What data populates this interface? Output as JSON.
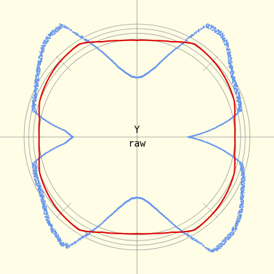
{
  "chart_data": {
    "type": "polar",
    "center_text": [
      "Y",
      "raw"
    ],
    "background": "#fffde6",
    "grid": true,
    "colors": {
      "raw_trace": "#6495ed",
      "fit_trace": "#dd0000",
      "grid": "#999999"
    },
    "radial_rings_r": [
      0.84,
      0.89,
      0.93,
      0.97
    ],
    "series": [
      {
        "style": "scatter",
        "color_key": "raw_trace",
        "points": [
          [
            0,
            0.44
          ],
          [
            5,
            0.62
          ],
          [
            10,
            0.79
          ],
          [
            14,
            0.91
          ],
          [
            20,
            0.93
          ],
          [
            30,
            0.96
          ],
          [
            35,
            0.99
          ],
          [
            40,
            1.04
          ],
          [
            45,
            1.1
          ],
          [
            50,
            1.14
          ],
          [
            55,
            1.14
          ],
          [
            58,
            1.13
          ],
          [
            61,
            1.01
          ],
          [
            65,
            0.86
          ],
          [
            70,
            0.73
          ],
          [
            75,
            0.62
          ],
          [
            80,
            0.56
          ],
          [
            85,
            0.52
          ],
          [
            90,
            0.51
          ],
          [
            95,
            0.52
          ],
          [
            100,
            0.56
          ],
          [
            105,
            0.62
          ],
          [
            110,
            0.73
          ],
          [
            115,
            0.86
          ],
          [
            120,
            1.01
          ],
          [
            124,
            1.16
          ],
          [
            125,
            1.15
          ],
          [
            130,
            1.15
          ],
          [
            135,
            1.13
          ],
          [
            140,
            1.08
          ],
          [
            145,
            1.03
          ],
          [
            150,
            0.99
          ],
          [
            155,
            0.96
          ],
          [
            160,
            0.94
          ],
          [
            166,
            0.91
          ],
          [
            170,
            0.79
          ],
          [
            175,
            0.62
          ],
          [
            180,
            0.55
          ],
          [
            185,
            0.62
          ],
          [
            190,
            0.79
          ],
          [
            194,
            0.91
          ],
          [
            200,
            0.93
          ],
          [
            210,
            0.95
          ],
          [
            215,
            0.98
          ],
          [
            220,
            1.02
          ],
          [
            225,
            1.06
          ],
          [
            230,
            1.09
          ],
          [
            235,
            1.12
          ],
          [
            238,
            1.11
          ],
          [
            240,
            1.03
          ],
          [
            245,
            0.88
          ],
          [
            250,
            0.74
          ],
          [
            255,
            0.64
          ],
          [
            260,
            0.57
          ],
          [
            265,
            0.53
          ],
          [
            270,
            0.52
          ],
          [
            275,
            0.53
          ],
          [
            280,
            0.57
          ],
          [
            285,
            0.64
          ],
          [
            290,
            0.74
          ],
          [
            295,
            0.88
          ],
          [
            300,
            1.03
          ],
          [
            303,
            1.17
          ],
          [
            305,
            1.18
          ],
          [
            310,
            1.17
          ],
          [
            315,
            1.16
          ],
          [
            320,
            1.13
          ],
          [
            325,
            1.09
          ],
          [
            330,
            1.04
          ],
          [
            335,
            1.0
          ],
          [
            340,
            0.97
          ],
          [
            346,
            0.92
          ],
          [
            350,
            0.79
          ],
          [
            355,
            0.62
          ],
          [
            360,
            0.44
          ]
        ]
      },
      {
        "style": "line",
        "color_key": "fit_trace",
        "points": [
          [
            0,
            0.84
          ],
          [
            10,
            0.85
          ],
          [
            15,
            0.87
          ],
          [
            20,
            0.89
          ],
          [
            30,
            0.905
          ],
          [
            40,
            0.92
          ],
          [
            45,
            0.925
          ],
          [
            50,
            0.93
          ],
          [
            58,
            0.94
          ],
          [
            60,
            0.93
          ],
          [
            70,
            0.87
          ],
          [
            80,
            0.84
          ],
          [
            90,
            0.83
          ],
          [
            100,
            0.84
          ],
          [
            110,
            0.87
          ],
          [
            120,
            0.93
          ],
          [
            122,
            0.94
          ],
          [
            130,
            0.93
          ],
          [
            135,
            0.925
          ],
          [
            140,
            0.92
          ],
          [
            150,
            0.905
          ],
          [
            160,
            0.89
          ],
          [
            165,
            0.87
          ],
          [
            170,
            0.85
          ],
          [
            180,
            0.84
          ],
          [
            190,
            0.85
          ],
          [
            195,
            0.87
          ],
          [
            200,
            0.89
          ],
          [
            210,
            0.905
          ],
          [
            220,
            0.92
          ],
          [
            225,
            0.925
          ],
          [
            230,
            0.93
          ],
          [
            238,
            0.94
          ],
          [
            240,
            0.93
          ],
          [
            250,
            0.87
          ],
          [
            260,
            0.84
          ],
          [
            270,
            0.83
          ],
          [
            280,
            0.84
          ],
          [
            290,
            0.87
          ],
          [
            300,
            0.93
          ],
          [
            302,
            0.94
          ],
          [
            310,
            0.93
          ],
          [
            315,
            0.925
          ],
          [
            320,
            0.92
          ],
          [
            330,
            0.905
          ],
          [
            340,
            0.89
          ],
          [
            345,
            0.87
          ],
          [
            350,
            0.85
          ],
          [
            360,
            0.84
          ]
        ]
      }
    ]
  }
}
